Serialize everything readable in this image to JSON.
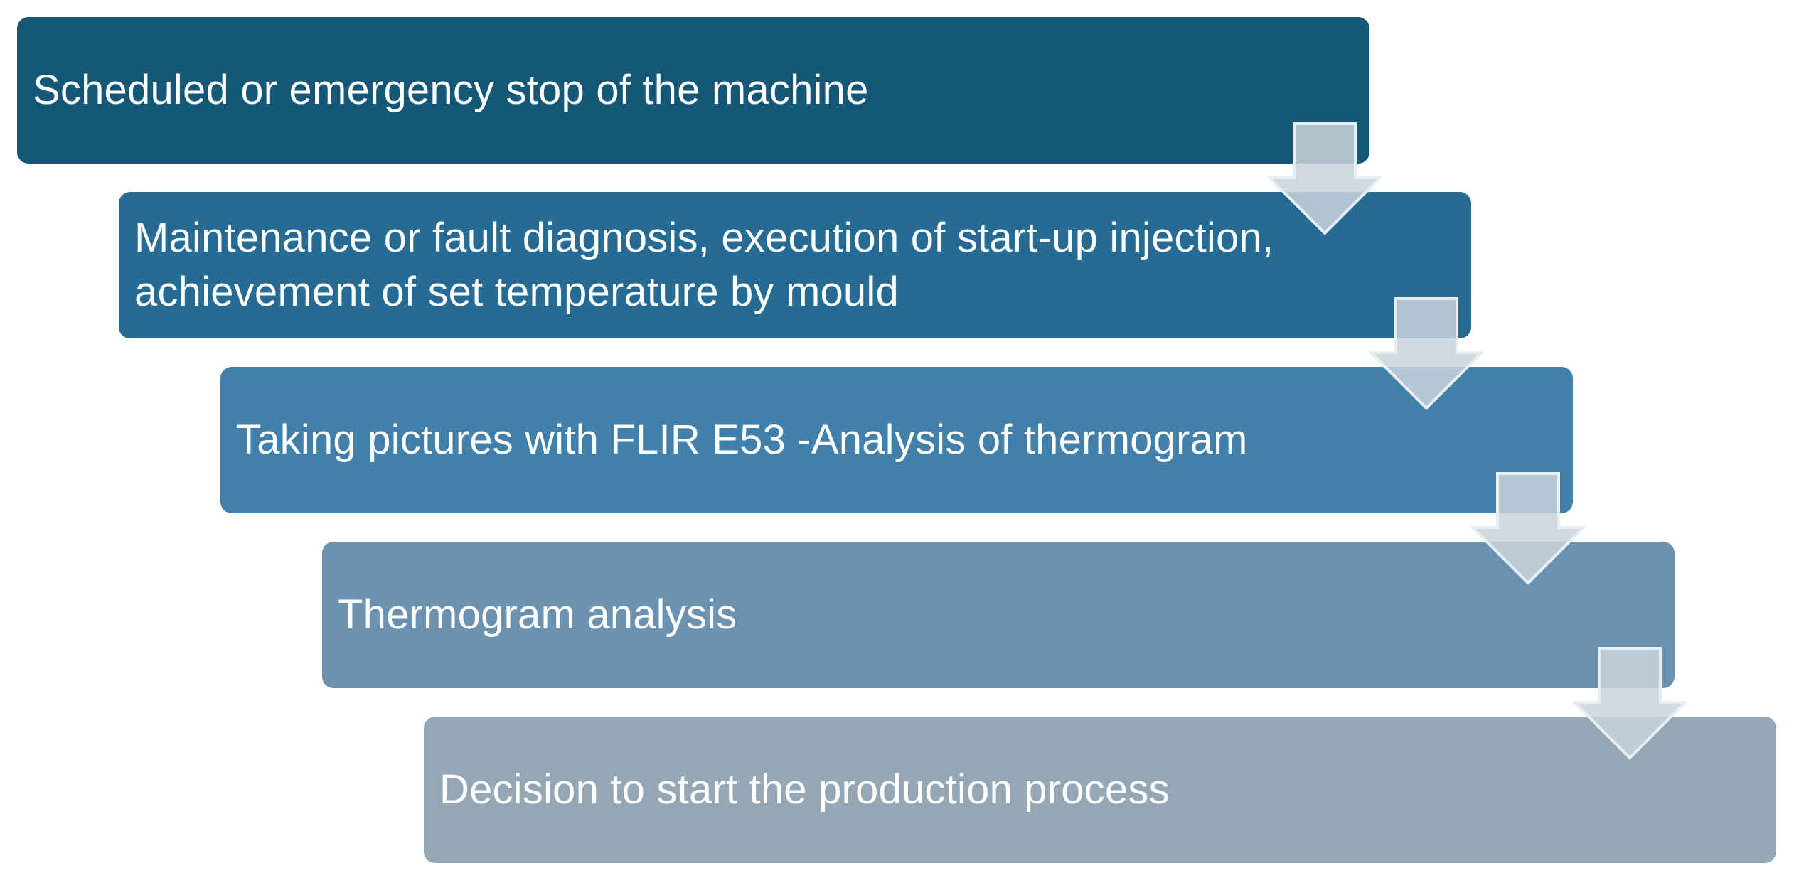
{
  "steps": [
    {
      "label": "Scheduled or emergency stop of the machine"
    },
    {
      "label": "Maintenance or fault diagnosis, execution of start-up injection, achievement of set temperature by mould"
    },
    {
      "label": "Taking pictures with FLIR E53 -Analysis of thermogram"
    },
    {
      "label": "Thermogram analysis"
    },
    {
      "label": "Decision to start the production process"
    }
  ],
  "connector_icon": "down-arrow-icon",
  "colors": {
    "step_1": "#145777",
    "step_2": "#256b93",
    "step_3": "#4080aa",
    "step_4": "#6c92b1",
    "step_5": "#95a6b4",
    "arrow_fill": "#c9d3dc",
    "arrow_stroke": "#e6ecf0"
  }
}
